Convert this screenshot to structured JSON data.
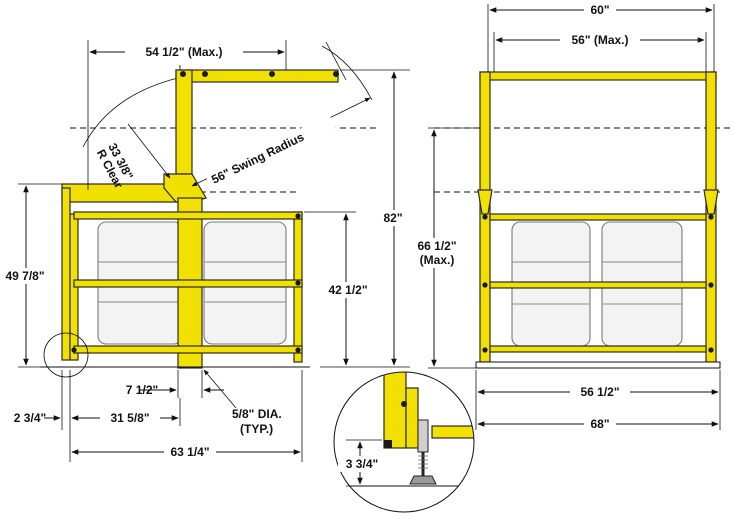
{
  "colors": {
    "rail": "#f2e000",
    "outline": "#2a2a2a",
    "line": "#111111",
    "drum": "#7a7a7a"
  },
  "side_view": {
    "width_max": "54 1/2\" (Max.)",
    "clear_radius_line1": "33 3/8\"",
    "clear_radius_line2": "R Clear",
    "swing_radius": "56\" Swing Radius",
    "overall_height": "82\"",
    "gate_height": "49 7/8\"",
    "rail_height": "42 1/2\"",
    "post_width": "7 1/2\"",
    "offset": "2 3/4\"",
    "span": "31 5/8\"",
    "pin_dia_line1": "5/8\" DIA.",
    "pin_dia_line2": "(TYP.)",
    "overall_depth": "63 1/4\""
  },
  "front_view": {
    "overall_top_width": "60\"",
    "inner_width_max": "56\" (Max.)",
    "height_max_line1": "66 1/2\"",
    "height_max_line2": "(Max.)",
    "base_inner_width": "56 1/2\"",
    "base_overall_width": "68\""
  },
  "detail": {
    "leveler_height": "3 3/4\""
  }
}
